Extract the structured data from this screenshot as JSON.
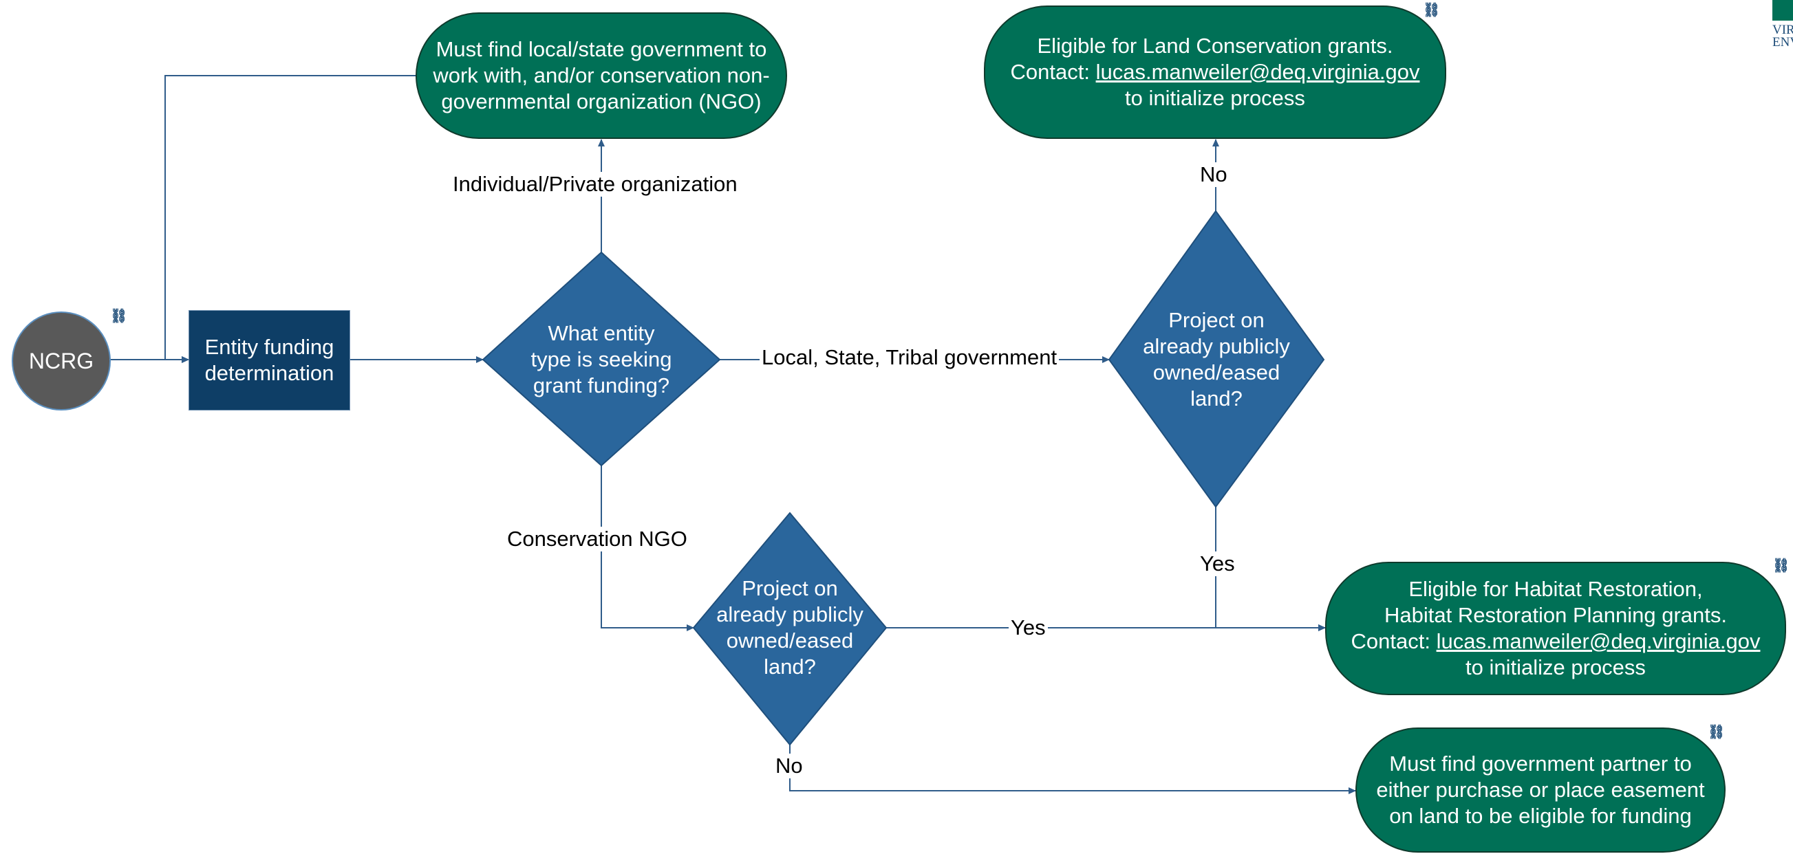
{
  "colors": {
    "start": "#595959",
    "process": "#0e3e66",
    "decision": "#2a669c",
    "terminal": "#007056",
    "connector": "#2f5c8a",
    "brand_block": "#007056"
  },
  "nodes": {
    "start": {
      "text": "NCRG"
    },
    "entity": {
      "lines": [
        "Entity funding",
        "determination"
      ]
    },
    "decision_entity": {
      "lines": [
        "What entity",
        "type is seeking",
        "grant funding?"
      ]
    },
    "decision_public_gov": {
      "lines": [
        "Project on",
        "already publicly",
        "owned/eased",
        "land?"
      ]
    },
    "decision_public_ngo": {
      "lines": [
        "Project on",
        "already publicly",
        "owned/eased",
        "land?"
      ]
    },
    "find_gov_ngo": {
      "lines": [
        "Must find local/state government to",
        "work with, and/or conservation non-",
        "governmental organization (NGO)"
      ]
    },
    "land_conservation": {
      "line1": "Eligible for Land Conservation grants.",
      "contact_prefix": "Contact: ",
      "email": "lucas.manweiler@deq.virginia.gov",
      "line3": "to initialize process"
    },
    "habitat_restoration": {
      "line1": "Eligible for Habitat Restoration,",
      "line2": "Habitat Restoration Planning grants.",
      "contact_prefix": "Contact: ",
      "email": "lucas.manweiler@deq.virginia.gov",
      "line4": "to initialize process"
    },
    "find_partner": {
      "lines": [
        "Must find government partner to",
        "either purchase or place easement",
        "on land to be eligible for funding"
      ]
    }
  },
  "edge_labels": {
    "individual": "Individual/Private organization",
    "government": "Local, State, Tribal government",
    "ngo": "Conservation NGO",
    "no_top": "No",
    "yes_right": "Yes",
    "yes_bottom": "Yes",
    "no_bottom": "No"
  },
  "icons": {
    "link_icon": "link-icon",
    "link_glyph": "⛓"
  },
  "brand": {
    "line1": "VIR",
    "line2": "ENV"
  }
}
